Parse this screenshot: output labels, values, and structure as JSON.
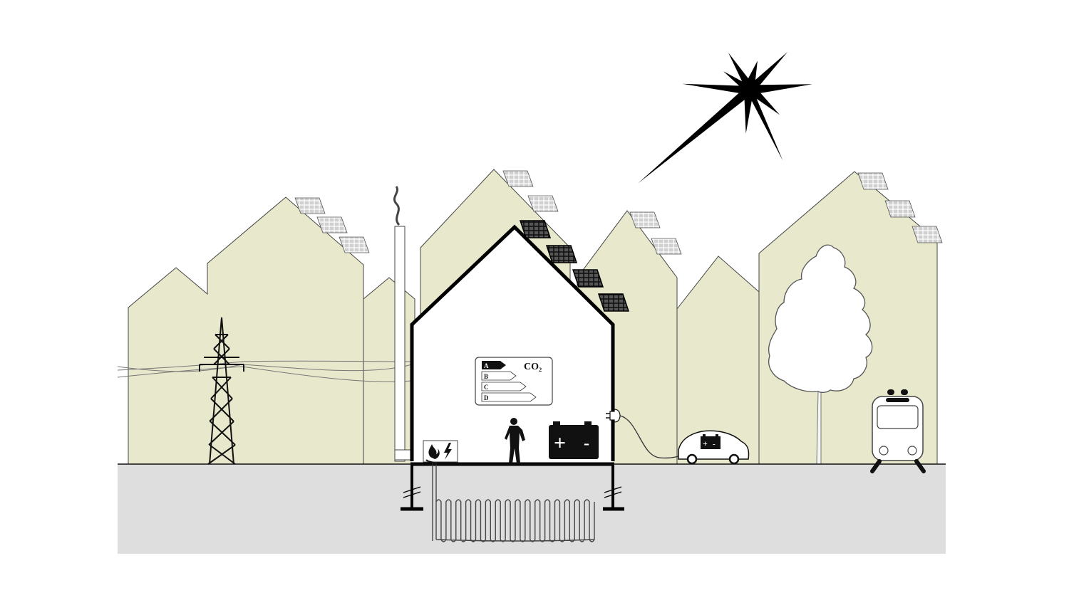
{
  "colors": {
    "background_building": "#e8e8cc",
    "ground": "#dedede",
    "line": "#111111",
    "panel": "#d8d8d8",
    "sun": "#000000"
  },
  "energy_label": {
    "classes": [
      "A",
      "B",
      "C",
      "D"
    ],
    "emission_label": "CO₂"
  },
  "battery": {
    "plus": "+",
    "minus": "-"
  },
  "car_battery": {
    "plus": "+",
    "minus": "-"
  },
  "icons": [
    "sun-icon",
    "pylon-icon",
    "tree-icon",
    "train-icon",
    "car-icon",
    "battery-icon",
    "person-icon",
    "heat-pump-icon",
    "plug-icon",
    "solar-panel-icon"
  ]
}
